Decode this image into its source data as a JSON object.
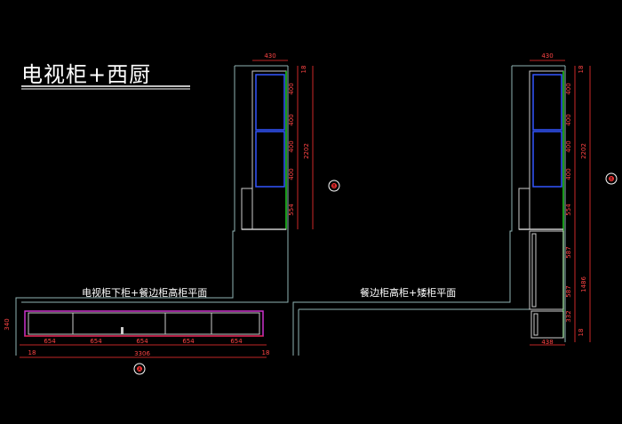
{
  "title": "电视柜+西厨",
  "captions": {
    "left": "电视柜下柜+餐边柜高柜平面",
    "right": "餐边柜高柜+矮柜平面"
  },
  "left_plan": {
    "top_width": "430",
    "segments": [
      "18",
      "400",
      "400",
      "400",
      "554"
    ],
    "total_height": "2202",
    "bottom_widths": [
      "654",
      "654",
      "654",
      "654",
      "654"
    ],
    "overall_width": "3306",
    "left_edge": "18",
    "right_edge": "18",
    "depth_side": "340",
    "section_marker": "A",
    "elevation_marker": "B"
  },
  "right_plan": {
    "top_width": "430",
    "segments_upper": [
      "18",
      "400",
      "400",
      "400",
      "554"
    ],
    "total_upper": "2202",
    "segments_lower": [
      "587",
      "587",
      "332",
      "18"
    ],
    "total_lower": "1486",
    "bottom_width": "438",
    "elevation_marker": "B"
  },
  "colors": {
    "line": "#cccccc",
    "wall": "#8fb3b3",
    "blue": "#3355ff",
    "green": "#22cc22",
    "red": "#ff2222",
    "magenta": "#cc33cc",
    "dim": "#ff3333",
    "dimtext": "#ff4444"
  }
}
